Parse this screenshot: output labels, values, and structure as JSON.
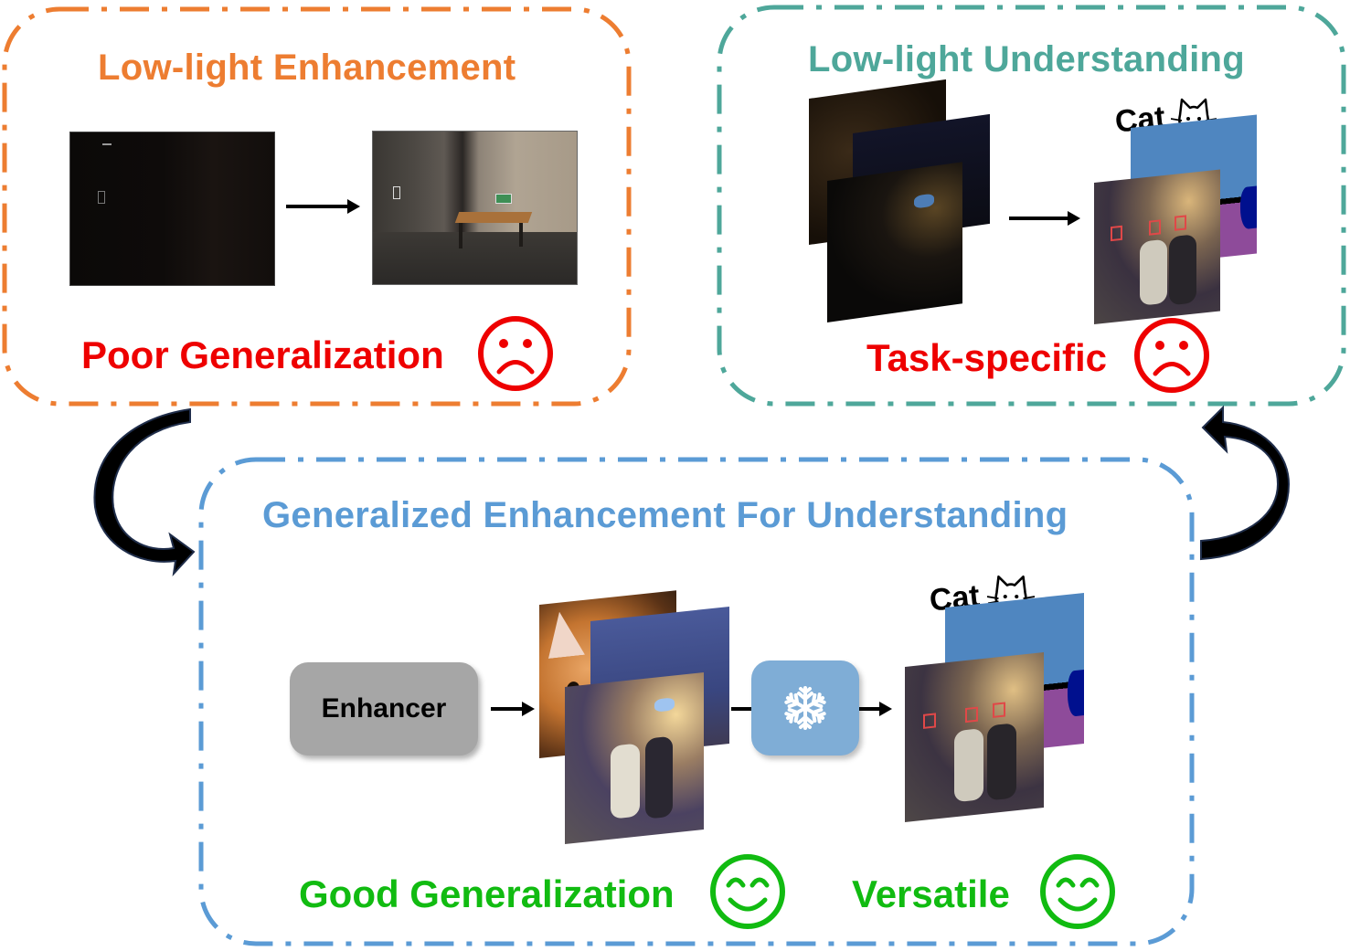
{
  "panels": {
    "enhancement": {
      "title": "Low-light Enhancement",
      "verdict": "Poor Generalization",
      "verdict_icon": "sad-face-icon",
      "color": "#ed7d31"
    },
    "understanding": {
      "title": "Low-light Understanding",
      "verdict": "Task-specific",
      "verdict_icon": "sad-face-icon",
      "cat_label": "Cat",
      "color": "#4ea79a"
    },
    "generalized": {
      "title": "Generalized Enhancement For Understanding",
      "enhancer_label": "Enhancer",
      "frozen_icon": "snowflake-icon",
      "cat_label": "Cat",
      "verdict_left": "Good Generalization",
      "verdict_right": "Versatile",
      "verdict_icon": "happy-face-icon",
      "color": "#5b9bd5"
    }
  },
  "colors": {
    "negative": "#ee0000",
    "positive": "#11bb11",
    "arrow": "#000000",
    "seg_blue": "#4f86c0",
    "seg_purple": "#8e4b9a",
    "seg_navy": "#00108e"
  }
}
